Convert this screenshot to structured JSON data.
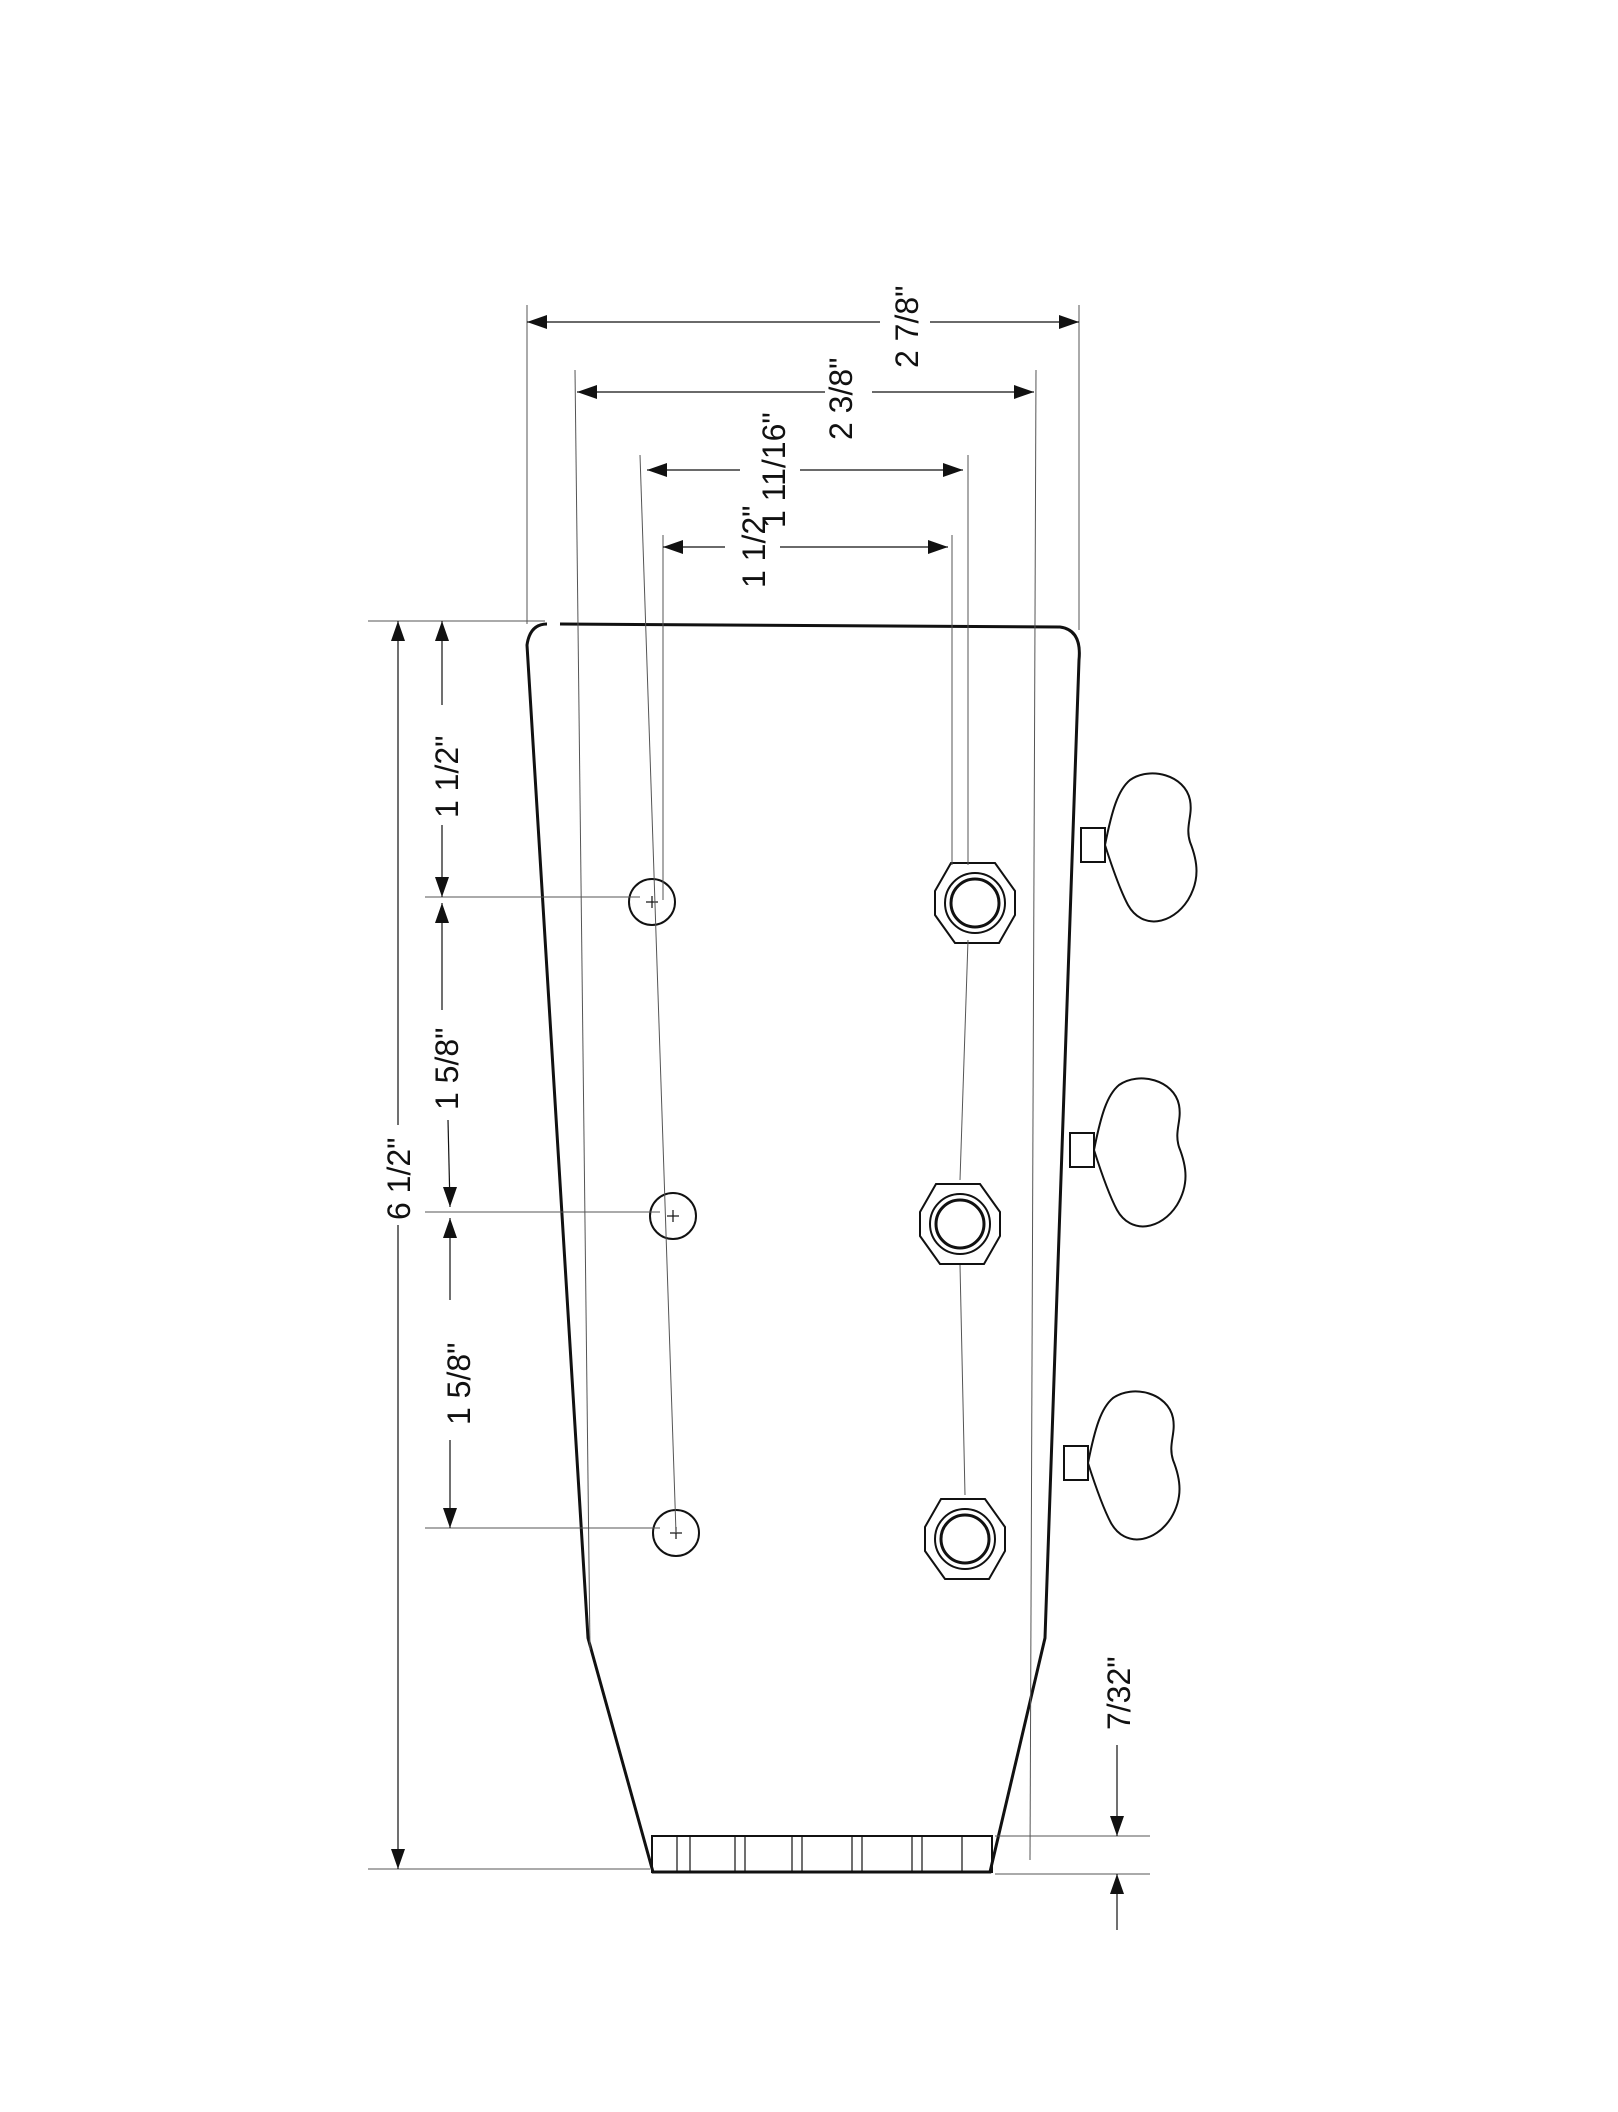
{
  "diagram": {
    "dimensions": {
      "overall_width": "2 7/8\"",
      "outer_hole_span": "2 3/8\"",
      "inner_span": "1 11/16\"",
      "inner_hole_span": "1 1/2\"",
      "top_to_first_post": "1 1/2\"",
      "post_spacing_upper": "1 5/8\"",
      "post_spacing_lower": "1 5/8\"",
      "overall_length": "6 1/2\"",
      "nut_thickness": "7/32\""
    }
  },
  "colors": {
    "ink": "#111111",
    "paper": "#ffffff"
  }
}
